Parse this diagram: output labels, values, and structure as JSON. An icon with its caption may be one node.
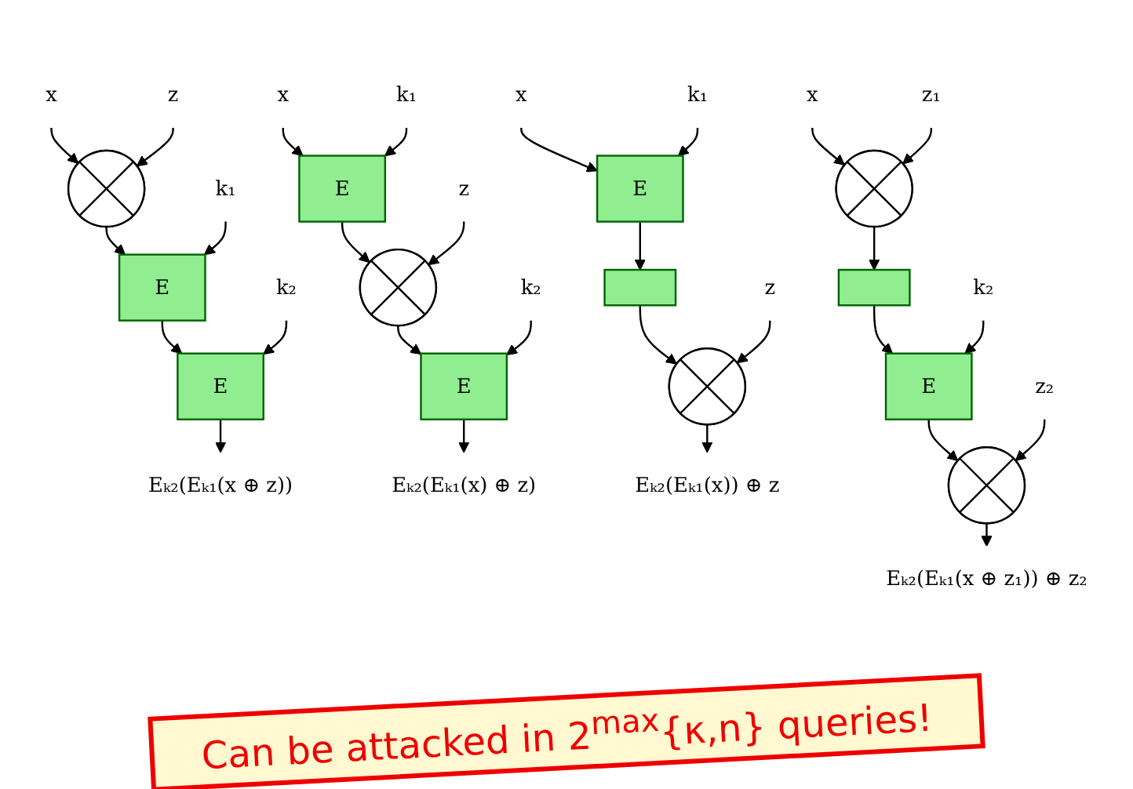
{
  "diagram": {
    "nodes": [
      {
        "text": [
          "x"
        ]
      },
      {
        "text": [],
        "shape": "circle"
      },
      {
        "text": [
          "z"
        ]
      },
      {
        "text": [
          "E"
        ]
      },
      {
        "text": [
          "k₁"
        ]
      },
      {
        "text": [
          "E"
        ]
      },
      {
        "text": [
          "k₂"
        ]
      },
      {
        "text": [
          "Eₖ₂(Eₖ₁(x ⊕ z))"
        ]
      },
      {
        "text": [
          "x"
        ]
      },
      {
        "text": [
          "E"
        ]
      },
      {
        "text": [
          "k₁"
        ]
      },
      {
        "text": [],
        "shape": "circle"
      },
      {
        "text": [
          "z"
        ]
      },
      {
        "text": [
          "E"
        ]
      },
      {
        "text": [
          "k₂"
        ]
      },
      {
        "text": [
          "Eₖ₂(Eₖ₁(x) ⊕ z)"
        ]
      },
      {
        "text": [
          "x"
        ]
      },
      {
        "text": [
          "E"
        ]
      },
      {
        "text": [
          "k₁"
        ]
      },
      {
        "text": [],
        "shape": "box"
      },
      {
        "text": [],
        "shape": "circle"
      },
      {
        "text": [
          "z"
        ]
      },
      {
        "text": [
          "Eₖ₂(Eₖ₁(x)) ⊕ z"
        ]
      },
      {
        "text": [
          "x"
        ]
      },
      {
        "text": [],
        "shape": "circle"
      },
      {
        "text": [
          "z₁"
        ]
      },
      {
        "text": [],
        "shape": "box"
      },
      {
        "text": [
          "E"
        ]
      },
      {
        "text": [
          "k₂"
        ]
      },
      {
        "text": [],
        "shape": "circle"
      },
      {
        "text": [
          "z₂"
        ]
      },
      {
        "text": [
          "Eₖ₂(Eₖ₁(x ⊕ z₁)) ⊕ z₂"
        ]
      }
    ],
    "edges": [
      {
        "from": 0,
        "to": 1,
        "arrow": "to"
      },
      {
        "from": 2,
        "to": 1,
        "arrow": "to"
      },
      {
        "from": 1,
        "to": 3,
        "arrow": "to"
      },
      {
        "from": 4,
        "to": 3,
        "arrow": "to"
      },
      {
        "from": 3,
        "to": 5,
        "arrow": "to"
      },
      {
        "from": 6,
        "to": 5,
        "arrow": "to"
      },
      {
        "from": 5,
        "to": 7,
        "arrow": "to"
      },
      {
        "from": 8,
        "to": 9,
        "arrow": "to"
      },
      {
        "from": 10,
        "to": 9,
        "arrow": "to"
      },
      {
        "from": 9,
        "to": 11,
        "arrow": "to"
      },
      {
        "from": 12,
        "to": 11,
        "arrow": "to"
      },
      {
        "from": 11,
        "to": 13,
        "arrow": "to"
      },
      {
        "from": 14,
        "to": 13,
        "arrow": "to"
      },
      {
        "from": 13,
        "to": 15,
        "arrow": "to"
      },
      {
        "from": 16,
        "to": 17,
        "arrow": "to"
      },
      {
        "from": 18,
        "to": 17,
        "arrow": "to"
      },
      {
        "from": 17,
        "to": 19,
        "arrow": "to"
      },
      {
        "from": 19,
        "to": 20,
        "arrow": "to"
      },
      {
        "from": 21,
        "to": 20,
        "arrow": "to"
      },
      {
        "from": 20,
        "to": 22,
        "arrow": "to"
      },
      {
        "from": 23,
        "to": 24,
        "arrow": "to"
      },
      {
        "from": 25,
        "to": 24,
        "arrow": "to"
      },
      {
        "from": 24,
        "to": 26,
        "arrow": "to"
      },
      {
        "from": 26,
        "to": 27,
        "arrow": "to"
      },
      {
        "from": 28,
        "to": 27,
        "arrow": "to"
      },
      {
        "from": 27,
        "to": 29,
        "arrow": "to"
      },
      {
        "from": 30,
        "to": 29,
        "arrow": "to"
      },
      {
        "from": 29,
        "to": 31,
        "arrow": "to"
      }
    ],
    "labels": [
      "Can be attacked in 2$^{max}${κ,n} queries!"
    ]
  }
}
